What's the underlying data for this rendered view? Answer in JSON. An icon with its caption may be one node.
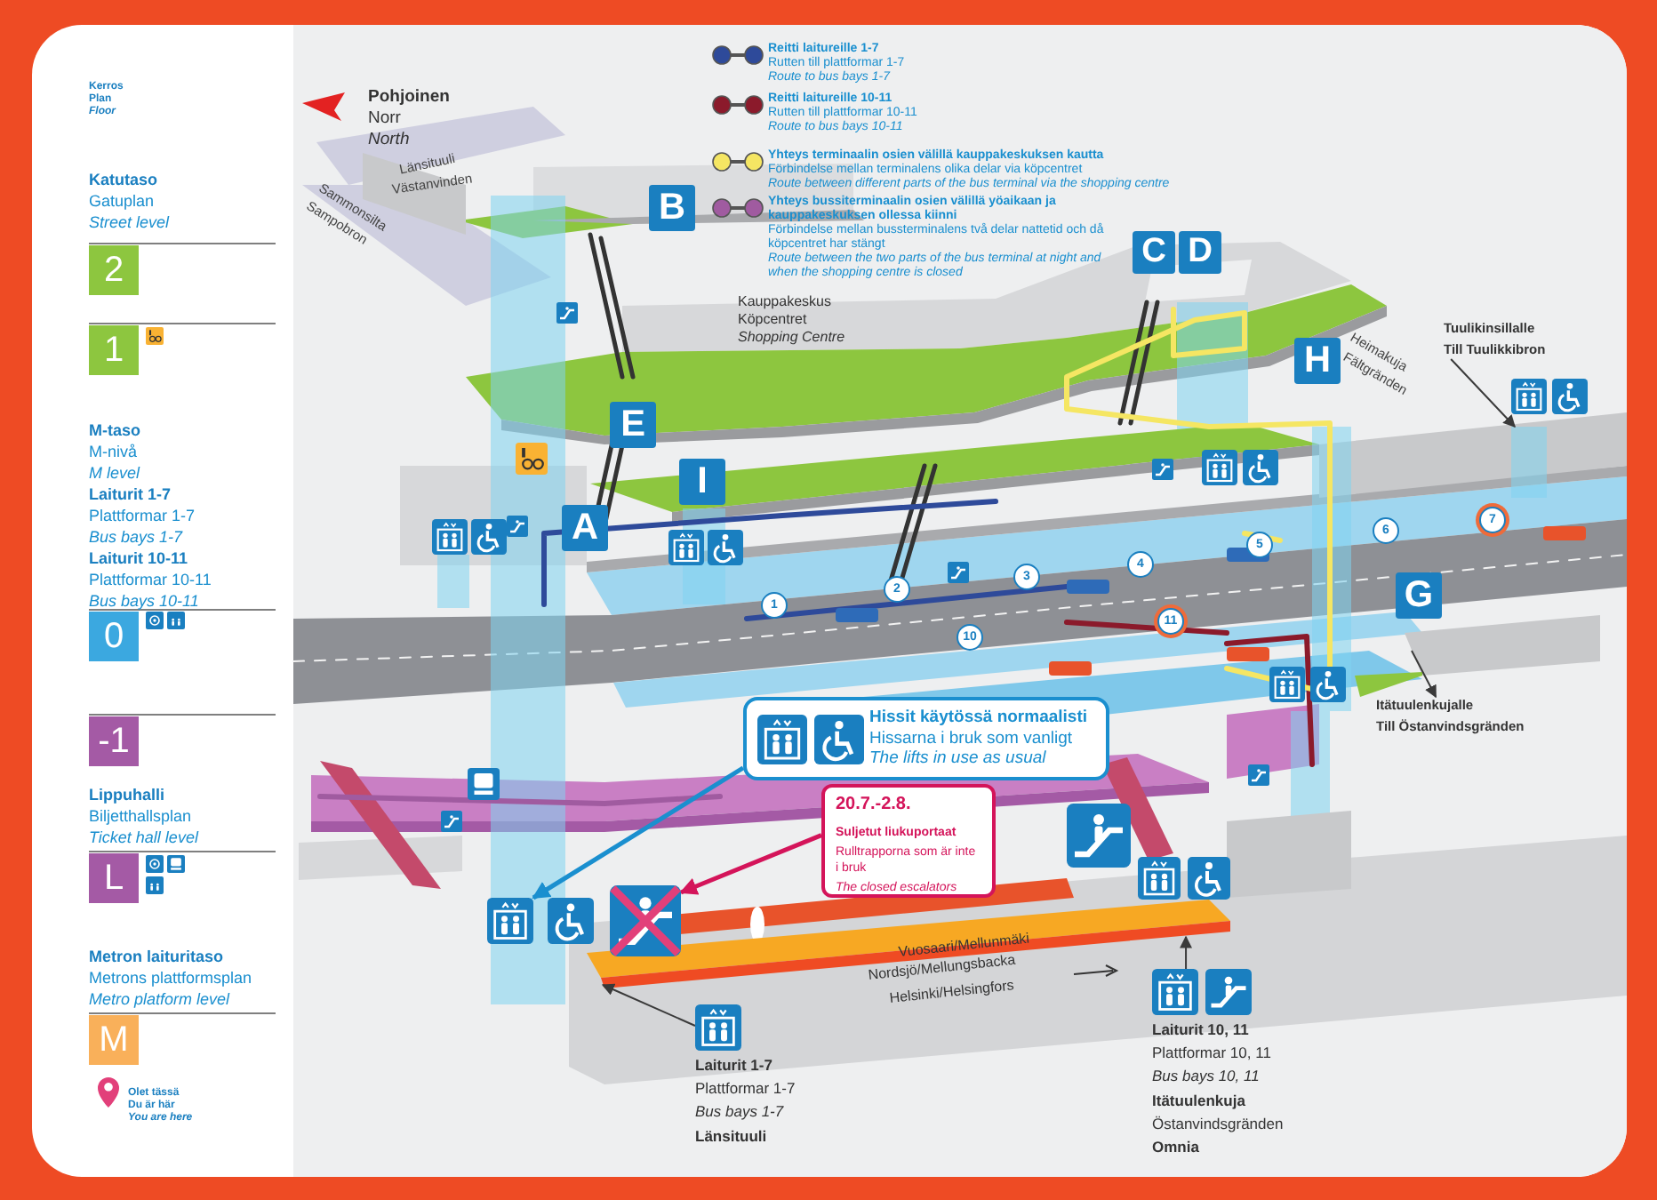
{
  "diagram": {
    "nodes": [
      {
        "text": [
          "Hissit käytössä normaalisti",
          "Hissarna i bruk som vanligt",
          "The lifts in use as usual"
        ]
      },
      {
        "text": [
          "20.7.-2.8.",
          "Suljetut liukuportaat",
          "Rulltrapporna som är inte i bruk",
          "The closed escalators"
        ]
      },
      {
        "text": [],
        "shape": "picture"
      },
      {
        "text": [],
        "shape": "picture"
      },
      {
        "text": [
          "Laiturit 1-7",
          "Plattformar 1-7",
          "Bus bays 1-7",
          "Länsituuli"
        ]
      },
      {
        "text": [
          "Laiturit 10, 11",
          "Plattformar 10, 11",
          "Bus bays 10, 11",
          "Itätuulenkuja",
          "Östanvindsgränden",
          "Omnia"
        ]
      },
      {
        "text": [
          "Tuulikinsillalle",
          "Till Tuulikkibron"
        ]
      },
      {
        "text": [
          "Itätuulenkujalle",
          "Till Östanvindsgränden"
        ]
      },
      {
        "text": [],
        "shape": "bar"
      },
      {
        "text": [],
        "shape": "box"
      }
    ],
    "edges": [
      {
        "from": 0,
        "to": 2,
        "arrow": "to",
        "style": "thick",
        "color": "#1a8fcf"
      },
      {
        "from": 1,
        "to": 3,
        "arrow": "to",
        "style": "thick",
        "color": "#d4145a"
      },
      {
        "from": 4,
        "to": 8,
        "arrow": "to"
      },
      {
        "from": 5,
        "to": 8,
        "arrow": "to"
      },
      {
        "from": 6,
        "to": 9,
        "arrow": "to"
      },
      {
        "from": null,
        "to": 7,
        "arrow": "to"
      }
    ],
    "labels": [
      "Kerros",
      "Plan",
      "Floor",
      "Katutaso",
      "Gatuplan",
      "Street level",
      "2",
      "1",
      "M-taso",
      "M-nivå",
      "M level",
      "Laiturit 1-7",
      "Plattformar 1-7",
      "Bus bays 1-7",
      "Laiturit 10-11",
      "Plattformar 10-11",
      "Bus bays 10-11",
      "0",
      "-1",
      "Lippuhalli",
      "Biljetthallsplan",
      "Ticket hall level",
      "L",
      "Metron laituritaso",
      "Metrons plattformsplan",
      "Metro platform level",
      "M",
      "Olet tässä",
      "Du är här",
      "You are here",
      "Pohjoinen",
      "Norr",
      "North",
      "Länsituuli",
      "Västanvinden",
      "Sammonsilta",
      "Sampobron",
      "Kauppakeskus",
      "Köpcentret",
      "Shopping Centre",
      "B",
      "C",
      "D",
      "E",
      "I",
      "A",
      "H",
      "G",
      "Heimakuja",
      "Fältgränden",
      "1",
      "2",
      "3",
      "4",
      "5",
      "6",
      "7",
      "10",
      "11",
      "Vuosaari/Mellunmäki",
      "Nordsjö/Mellungsbacka",
      "Helsinki/Helsingfors"
    ],
    "legend": [
      {
        "text": "**Reitti laitureille 1-7** Rutten till plattformar 1-7 *Route to bus bays 1-7*"
      },
      {
        "text": "**Reitti laitureille 10-11** Rutten till plattformar 10-11 *Route to bus bays 10-11*"
      },
      {
        "text": "**Yhteys terminaalin osien välillä kauppakeskuksen kautta** Förbindelse mellan terminalens olika delar via köpcentret *Route between different parts of the bus terminal via the shopping centre*"
      },
      {
        "text": "**Yhteys bussiterminaalin osien välillä yöaikaan ja kauppakeskuksen ollessa kiinni** Förbindelse mellan bussterminalens två delar nattetid och då köpcentret har stängt *Route between the two parts of the bus terminal at night and when the shopping centre is closed*"
      }
    ]
  }
}
